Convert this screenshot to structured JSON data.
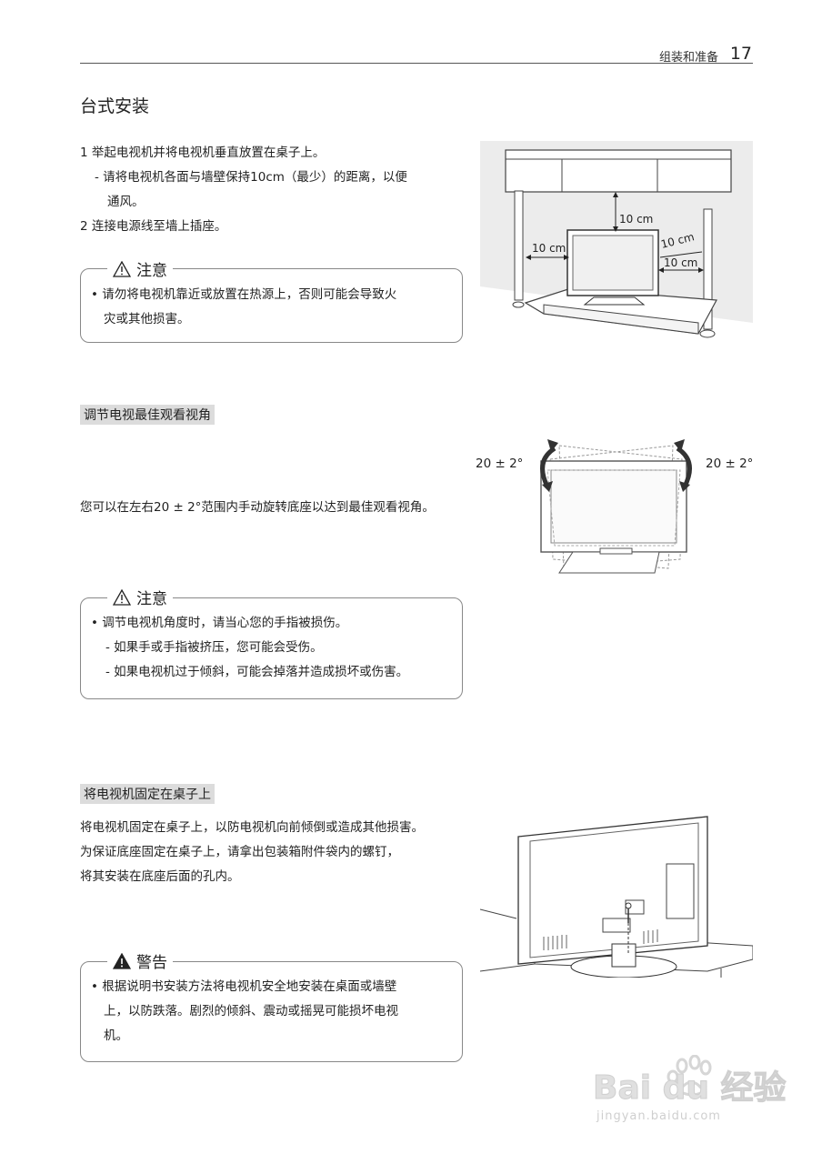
{
  "header": {
    "section": "组装和准备",
    "page_number": "17"
  },
  "title": "台式安装",
  "steps": [
    "1 举起电视机并将电视机垂直放置在桌子上。",
    "- 请将电视机各面与墙壁保持10cm（最少）的距离，以便",
    "通风。",
    "2 连接电源线至墙上插座。"
  ],
  "caution1": {
    "label": "注意",
    "lines": [
      "• 请勿将电视机靠近或放置在热源上，否则可能会导致火",
      "灾或其他损害。"
    ]
  },
  "figure1": {
    "labels": [
      "10 cm",
      "10 cm",
      "10 cm",
      "10 cm"
    ]
  },
  "section2": {
    "heading": "调节电视最佳观看视角",
    "body": "您可以在左右20 ± 2°范围内手动旋转底座以达到最佳观看视角。",
    "angle_left": "20 ± 2°",
    "angle_right": "20 ± 2°"
  },
  "caution2": {
    "label": "注意",
    "lines": [
      "• 调节电视机角度时，请当心您的手指被损伤。",
      "- 如果手或手指被挤压，您可能会受伤。",
      "- 如果电视机过于倾斜，可能会掉落并造成损坏或伤害。"
    ]
  },
  "section3": {
    "heading": "将电视机固定在桌子上",
    "lines": [
      "将电视机固定在桌子上，以防电视机向前倾倒或造成其他损害。",
      "为保证底座固定在桌子上，请拿出包装箱附件袋内的螺钉，",
      "将其安装在底座后面的孔内。"
    ]
  },
  "warning": {
    "label": "警告",
    "lines": [
      "• 根据说明书安装方法将电视机安全地安装在桌面或墙壁",
      "上，以防跌落。剧烈的倾斜、震动或摇晃可能损坏电视",
      "机。"
    ]
  },
  "watermark": {
    "logo": "Bai du 经验",
    "url": "jingyan.baidu.com"
  }
}
